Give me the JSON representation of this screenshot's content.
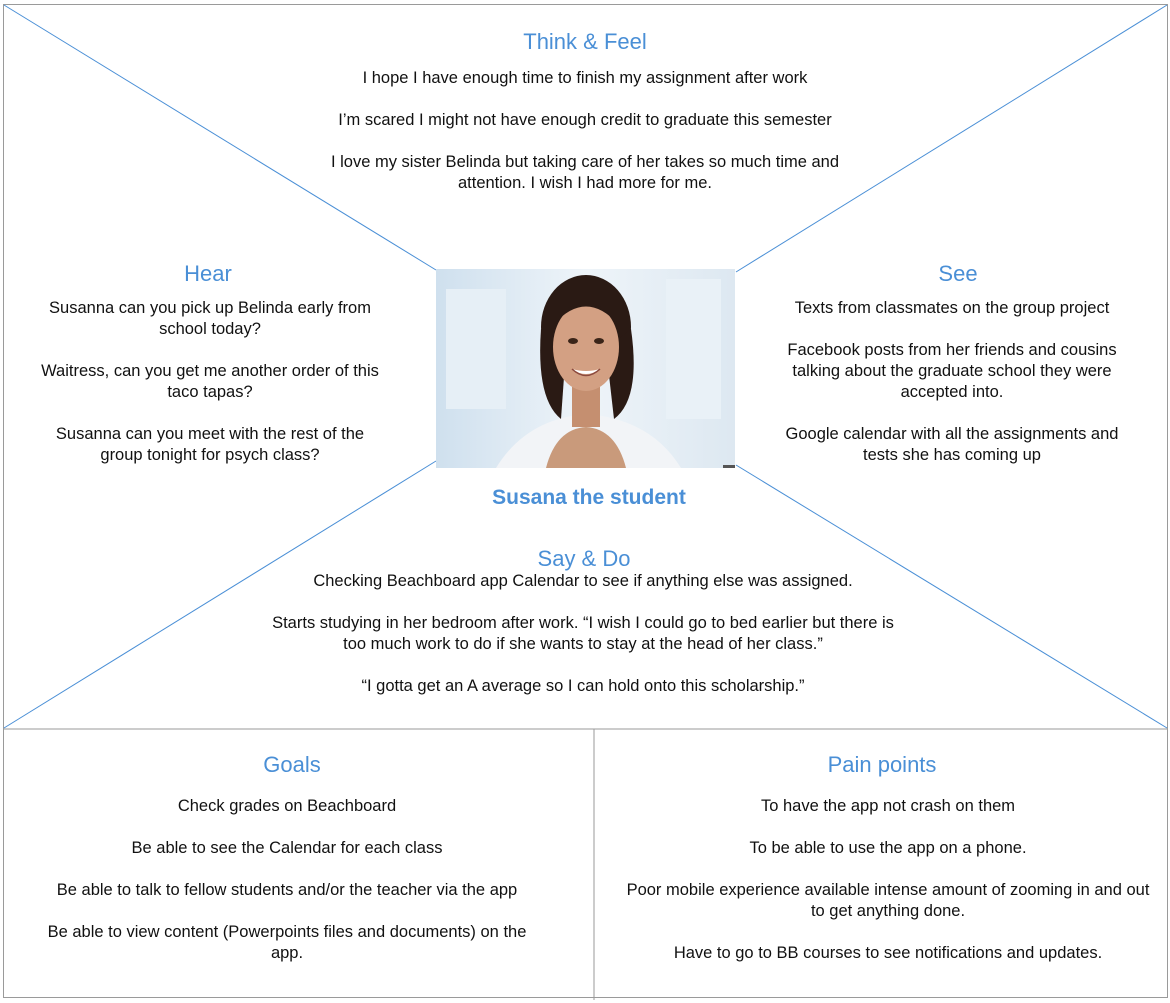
{
  "persona": {
    "name": "Susana the student"
  },
  "think_feel": {
    "title": "Think & Feel",
    "items": [
      "I hope I have enough time to finish my assignment after work",
      "I’m scared I might not have enough credit to graduate this semester",
      "I love my sister Belinda but taking care of her takes so much time and attention. I wish I had more for me."
    ]
  },
  "hear": {
    "title": "Hear",
    "items": [
      "Susanna can you pick up Belinda early from school today?",
      "Waitress, can you get me another order of this taco tapas?",
      "Susanna can you meet with the rest of the group tonight for psych class?"
    ]
  },
  "see": {
    "title": "See",
    "items": [
      "Texts from classmates on the group project",
      "Facebook posts from her friends and cousins talking about the graduate school they were accepted into.",
      "Google calendar with all the assignments and tests she has coming up"
    ]
  },
  "say_do": {
    "title": "Say & Do",
    "items": [
      "Checking Beachboard app Calendar to see if anything else was assigned.",
      "Starts studying in her bedroom after work. “I wish I could go to bed earlier but there is too much work to do if she wants to stay at the head of her class.”",
      "“I gotta get an A average so I can hold onto this scholarship.”"
    ]
  },
  "goals": {
    "title": "Goals",
    "items": [
      "Check grades on Beachboard",
      "Be able to see the Calendar for each class",
      "Be able to talk to fellow students and/or the teacher via the app",
      "Be able to view content (Powerpoints files and documents) on the app."
    ]
  },
  "pain_points": {
    "title": "Pain points",
    "items": [
      "To have the app not crash on them",
      "To be able to use the app on a phone.",
      "Poor mobile experience available intense amount of zooming in and out to get anything done.",
      "Have to go to BB courses to see notifications and updates."
    ]
  },
  "colors": {
    "accent": "#4a8fd6",
    "line": "#4a8fd6",
    "border": "#9a9a9a"
  }
}
